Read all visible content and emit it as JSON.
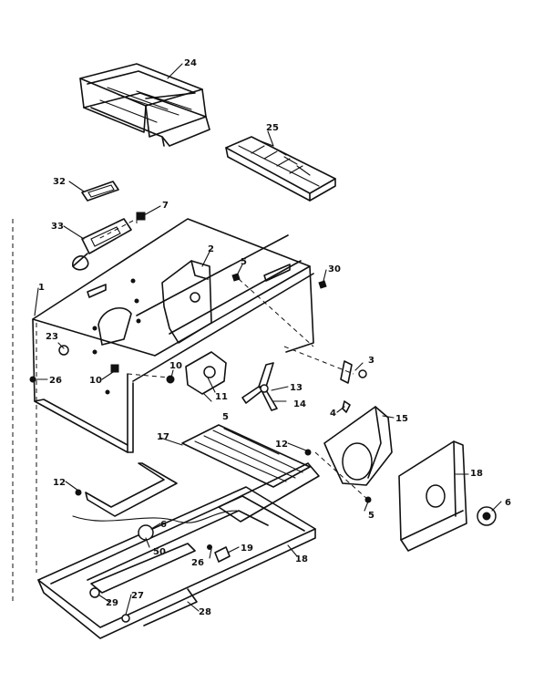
{
  "callouts": [
    {
      "id": "c24a",
      "label": "24"
    },
    {
      "id": "c25a",
      "label": "25"
    },
    {
      "id": "c32a",
      "label": "32"
    },
    {
      "id": "c7a",
      "label": "7"
    },
    {
      "id": "c33a",
      "label": "33"
    },
    {
      "id": "c1a",
      "label": "1"
    },
    {
      "id": "c2a",
      "label": "2"
    },
    {
      "id": "c5a",
      "label": "5"
    },
    {
      "id": "c30a",
      "label": "30"
    },
    {
      "id": "c23a",
      "label": "23"
    },
    {
      "id": "c26a",
      "label": "26"
    },
    {
      "id": "c10a",
      "label": "10"
    },
    {
      "id": "c10b",
      "label": "10"
    },
    {
      "id": "c11a",
      "label": "11"
    },
    {
      "id": "c5b",
      "label": "5"
    },
    {
      "id": "c3a",
      "label": "3"
    },
    {
      "id": "c13a",
      "label": "13"
    },
    {
      "id": "c14a",
      "label": "14"
    },
    {
      "id": "c4a",
      "label": "4"
    },
    {
      "id": "c15a",
      "label": "15"
    },
    {
      "id": "c17a",
      "label": "17"
    },
    {
      "id": "c12a",
      "label": "12"
    },
    {
      "id": "c12b",
      "label": "12"
    },
    {
      "id": "c5c",
      "label": "5"
    },
    {
      "id": "c18a",
      "label": "18"
    },
    {
      "id": "c6a",
      "label": "6"
    },
    {
      "id": "c6b",
      "label": "6"
    },
    {
      "id": "c50a",
      "label": "50"
    },
    {
      "id": "c26b",
      "label": "26"
    },
    {
      "id": "c19a",
      "label": "19"
    },
    {
      "id": "c18b",
      "label": "18"
    },
    {
      "id": "c29a",
      "label": "29"
    },
    {
      "id": "c27a",
      "label": "27"
    },
    {
      "id": "c28a",
      "label": "28"
    }
  ]
}
